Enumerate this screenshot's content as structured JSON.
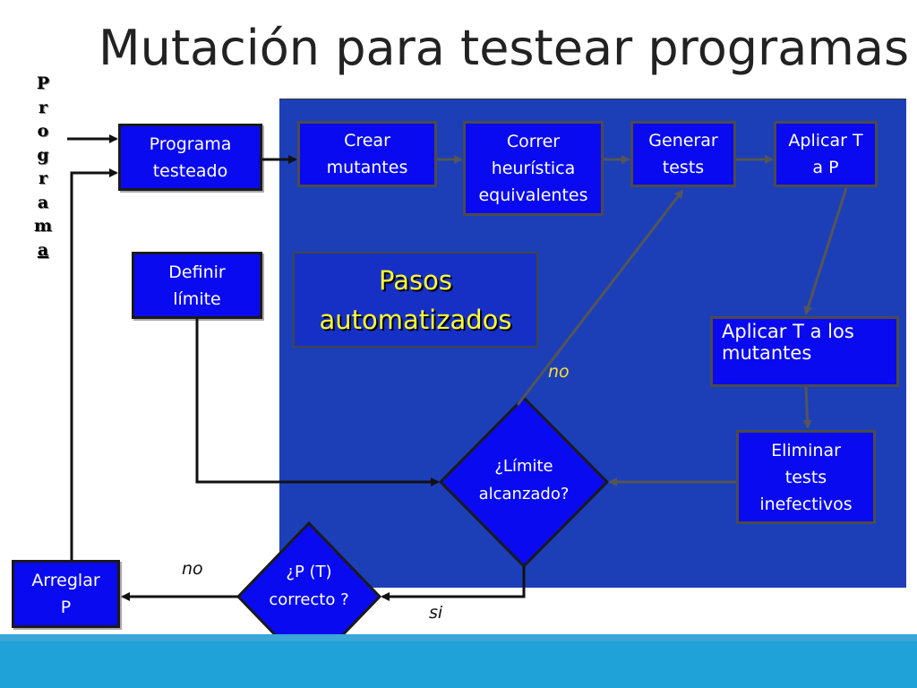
{
  "title": "Mutación para testear programas",
  "vertical_label": [
    "P",
    "r",
    "o",
    "g",
    "r",
    "a",
    "m",
    "a"
  ],
  "nodes": {
    "programa_testeado": "Programa\ntesteado",
    "crear_mutantes": "Crear\nmutantes",
    "correr_heuristica": "Correr\nheurística\nequivalentes",
    "generar_tests": "Generar\ntests",
    "aplicar_t_a_p": "Aplicar T\na P",
    "definir_limite": "Definir\nlímite",
    "aplicar_t_mutantes": "Aplicar T a los\nmutantes",
    "eliminar_tests": "Eliminar\ntests\ninefectivos",
    "limite_alcanzado": "¿Límite\nalcanzado?",
    "p_correcto": "¿P (T)\ncorrecto ?",
    "arreglar_p": "Arreglar\nP"
  },
  "pasos_automatizados": "Pasos\nautomatizados",
  "edge_labels": {
    "no_upper": "no",
    "no_lower": "no",
    "si": "si"
  },
  "colors": {
    "panel": "#1c3fb8",
    "box": "#0a0af0",
    "highlight_text": "#ffff33",
    "edge_label_upper": "#ffdd33",
    "bottom_bar": "#1fa2d8"
  }
}
